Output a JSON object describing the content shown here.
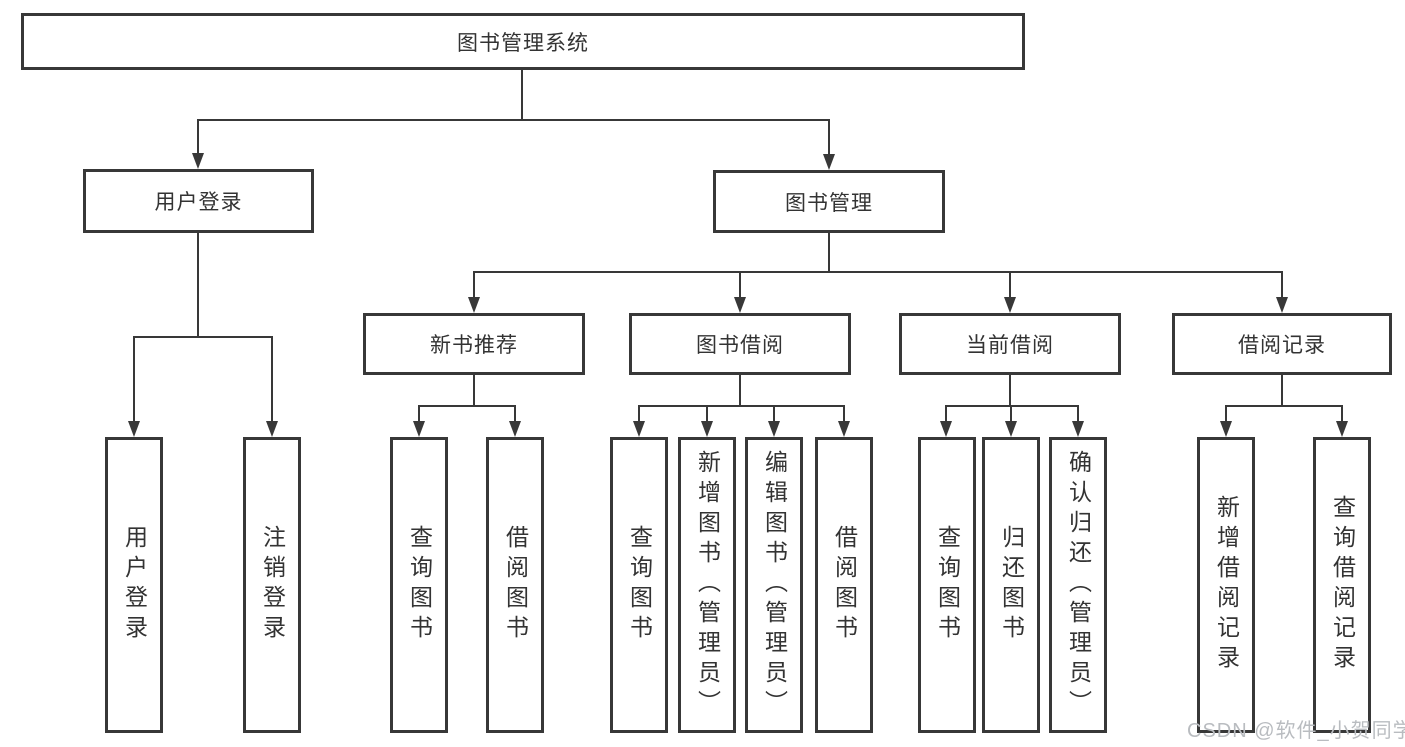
{
  "diagram": {
    "title": "图书管理系统",
    "branches": [
      {
        "label": "用户登录",
        "leaves": [
          "用户登录",
          "注销登录"
        ]
      },
      {
        "label": "图书管理",
        "groups": [
          {
            "label": "新书推荐",
            "leaves": [
              "查询图书",
              "借阅图书"
            ]
          },
          {
            "label": "图书借阅",
            "leaves": [
              "查询图书",
              "新增图书（管理员）",
              "编辑图书（管理员）",
              "借阅图书"
            ]
          },
          {
            "label": "当前借阅",
            "leaves": [
              "查询图书",
              "归还图书",
              "确认归还（管理员）"
            ]
          },
          {
            "label": "借阅记录",
            "leaves": [
              "新增借阅记录",
              "查询借阅记录"
            ]
          }
        ]
      }
    ]
  },
  "watermark": {
    "text": "CSDN @软件_小贺同学"
  },
  "colors": {
    "line": "#383838",
    "text": "#333333",
    "watermark": "#b9bcc0",
    "background": "#ffffff"
  }
}
